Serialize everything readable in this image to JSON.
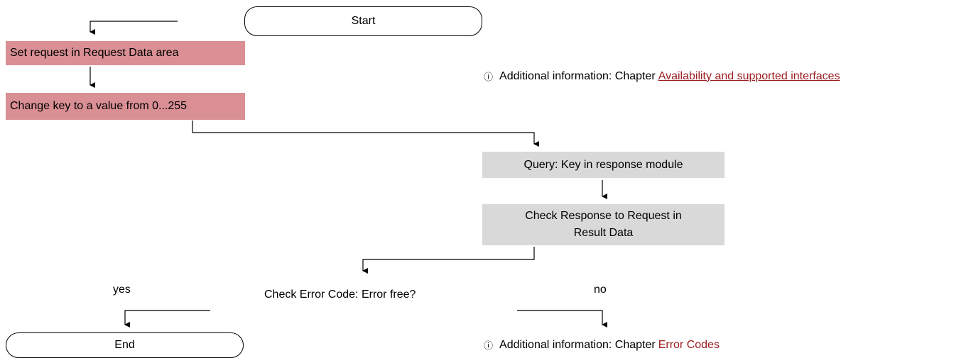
{
  "start": "Start",
  "end": "End",
  "steps": {
    "set_request": "Set request in Request Data area",
    "change_key": "Change key to a value from 0...255",
    "query_key": "Query: Key in response module",
    "check_response": "Check Response to Request in Result Data"
  },
  "decision": {
    "question": "Check Error Code: Error free?",
    "yes": "yes",
    "no": "no"
  },
  "info": [
    {
      "icon": "info-icon",
      "prefix": "Additional information: Chapter",
      "link": "Availability and supported interfaces"
    },
    {
      "icon": "info-icon",
      "prefix": "Additional information: Chapter",
      "link": "Error Codes"
    }
  ],
  "colors": {
    "red_step": "#d98f94",
    "grey_step": "#d9d9d9",
    "link": "#9b1c20"
  }
}
